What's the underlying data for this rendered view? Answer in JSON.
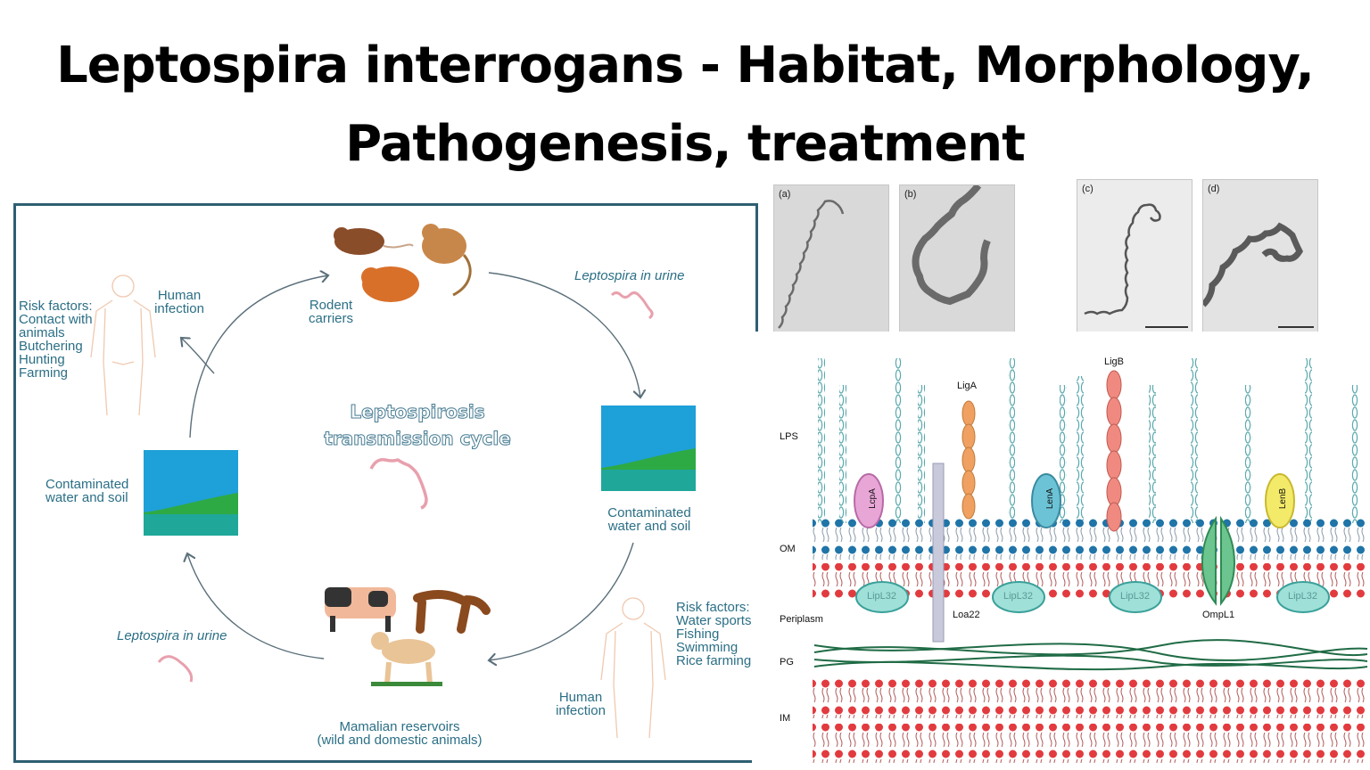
{
  "page": {
    "title_line1": "Leptospira interrogans - Habitat, Morphology,",
    "title_line2": "Pathogenesis, treatment"
  },
  "cycle": {
    "title_line1": "Leptospirosis",
    "title_line2": "transmission cycle",
    "rodents": {
      "line1": "Rodent",
      "line2": "carriers"
    },
    "urine_top": "Leptospira in urine",
    "urine_bottom": "Leptospira in urine",
    "water_right": {
      "line1": "Contaminated",
      "line2": "water and soil"
    },
    "water_left": {
      "line1": "Contaminated",
      "line2": "water and soil"
    },
    "reservoirs": {
      "line1": "Mamalian reservoirs",
      "line2": "(wild and domestic animals)"
    },
    "human_top": {
      "line1": "Human",
      "line2": "infection"
    },
    "human_bottom": {
      "line1": "Human",
      "line2": "infection"
    },
    "risk_left": [
      "Risk factors:",
      "Contact with",
      "animals",
      "Butchering",
      "Hunting",
      "Farming"
    ],
    "risk_right": [
      "Risk factors:",
      "Water sports",
      "Fishing",
      "Swimming",
      "Rice farming"
    ],
    "colors": {
      "label": "#2b6f86",
      "frame": "#2f5f73",
      "arrow": "#5a6f7a",
      "spirochete": "#e8a0ad"
    }
  },
  "micrographs": [
    {
      "label": "(a)"
    },
    {
      "label": "(b)"
    },
    {
      "label": "(c)"
    },
    {
      "label": "(d)"
    }
  ],
  "membrane": {
    "layers": {
      "lps": "LPS",
      "om": "OM",
      "periplasm": "Periplasm",
      "pg": "PG",
      "im": "IM"
    },
    "proteins": {
      "lcpa": "LcpA",
      "liga": "LigA",
      "lena": "LenA",
      "ligb": "LigB",
      "lenb": "LenB",
      "loa22": "Loa22",
      "ompl1": "OmpL1",
      "lipl32": "LipL32"
    },
    "colors": {
      "lps_chain": "#6fb6b8",
      "om_head": "#1f74a8",
      "im_head": "#e23b3f",
      "lcpa": "#e8a6d6",
      "liga": "#f0a060",
      "lena": "#6cc3d6",
      "ligb": "#f08a80",
      "lenb": "#f3ea6a",
      "ompl1": "#6cc48e",
      "lipl32": "#9fe0d8",
      "loa22": "#c9c9dc",
      "pg": "#1f6b45"
    }
  }
}
